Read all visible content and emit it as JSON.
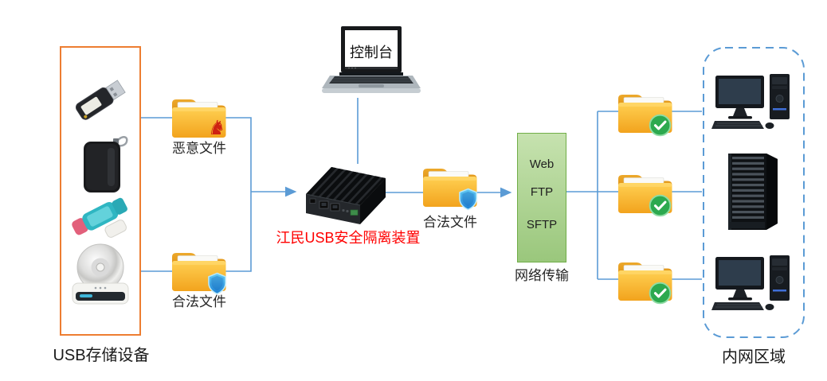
{
  "diagram": {
    "usb_box": {
      "label": "USB存储设备"
    },
    "folders": {
      "malicious_label": "恶意文件",
      "legal_left_label": "合法文件",
      "legal_mid_label": "合法文件"
    },
    "console_label": "控制台",
    "device_label": "江民USB安全隔离装置",
    "protocol_box": {
      "items": [
        "Web",
        "FTP",
        "SFTP"
      ],
      "label": "网络传输"
    },
    "intranet_label": "内网区域",
    "icons": {
      "trojan_glyph": "♞"
    },
    "colors": {
      "connector_line": "#5B9BD5",
      "usb_box_border": "#ED7D31",
      "intranet_border": "#5B9BD5",
      "protocol_fill_top": "#C6E2AF",
      "protocol_fill_bottom": "#9AC77C",
      "protocol_border": "#70AD47",
      "device_label_color": "#FF0000",
      "folder_yellow": "#F8B62D",
      "shield_blue": "#2D9CDB",
      "check_green": "#2CA94F",
      "trojan_red": "#CE2212"
    }
  }
}
